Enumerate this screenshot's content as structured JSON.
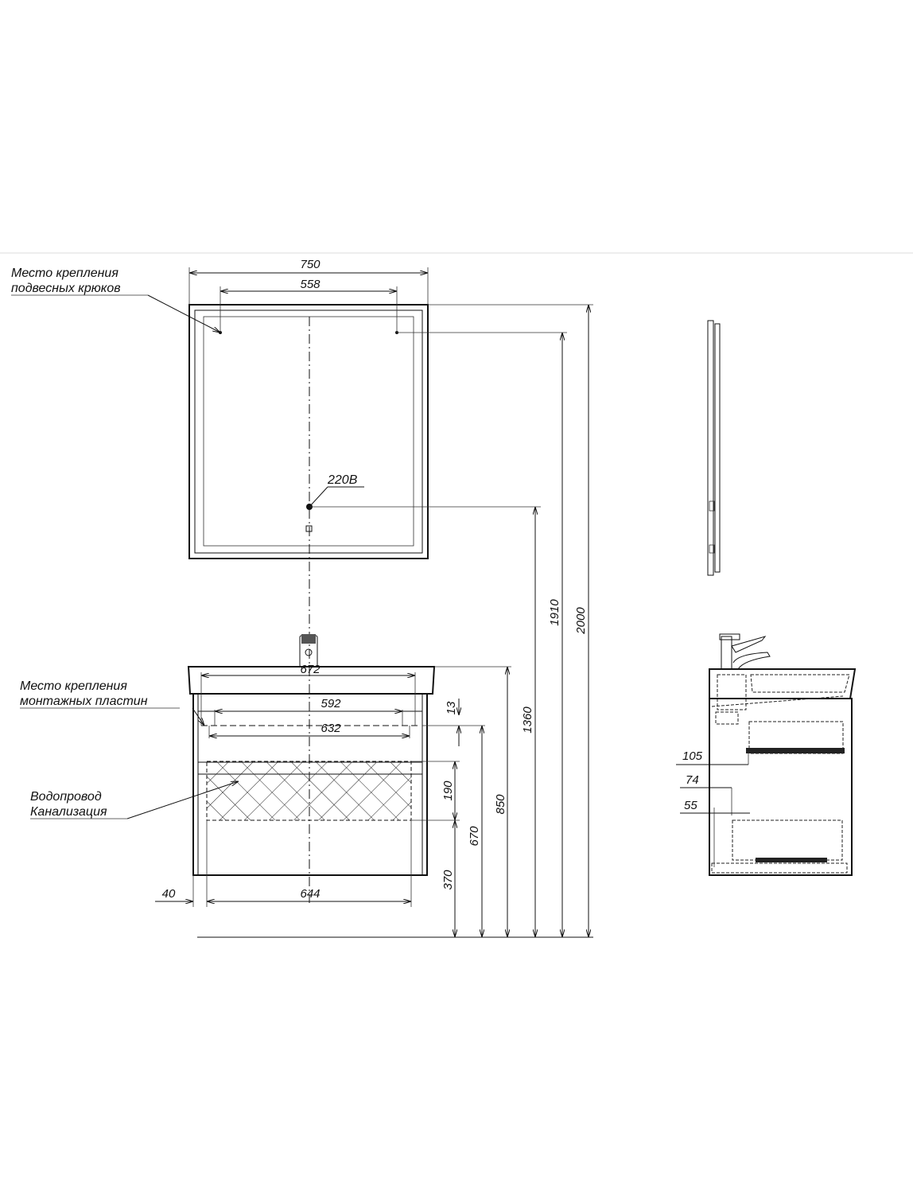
{
  "labels": {
    "hooks_line1": "Место крепления",
    "hooks_line2": "подвесных крюков",
    "plates_line1": "Место крепления",
    "plates_line2": "монтажных пластин",
    "pipes_line1": "Водопровод",
    "pipes_line2": "Канализация",
    "power": "220В"
  },
  "dimensions": {
    "mirror_width": "750",
    "hook_spacing": "558",
    "hook_height": "1910",
    "mirror_top_height": "2000",
    "socket_height": "1360",
    "sink_inner": "672",
    "plate_spacing": "592",
    "plate_outer": "632",
    "plate_offset": "13",
    "pipe_zone": "190",
    "pipe_zone_bottom": "370",
    "plate_height": "670",
    "sink_height": "850",
    "side_offset": "40",
    "cabinet_inner": "644",
    "depth_105": "105",
    "depth_74": "74",
    "depth_55": "55"
  }
}
